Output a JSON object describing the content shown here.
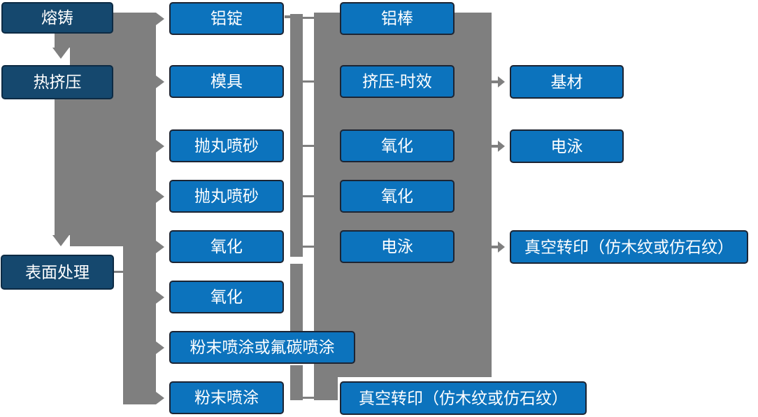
{
  "colors": {
    "dark_box_fill": "#15486e",
    "dark_box_border": "#0d2b44",
    "blue_box_fill": "#0c73bd",
    "blue_box_border": "#1c2433",
    "connector_gray": "#7f7f7f",
    "text": "#ffffff",
    "background": "#ffffff"
  },
  "flow": {
    "stages": [
      "熔铸",
      "热挤压",
      "表面处理"
    ],
    "process1": [
      "铝锭",
      "模具",
      "抛丸喷砂",
      "抛丸喷砂",
      "氧化",
      "氧化",
      "粉末喷涂或氟碳喷涂",
      "粉末喷涂"
    ],
    "process2": [
      "铝棒",
      "挤压-时效",
      "氧化",
      "氧化",
      "电泳",
      "真空转印（仿木纹或仿石纹）"
    ],
    "outputs": [
      "基材",
      "电泳",
      "真空转印（仿木纹或仿石纹）"
    ]
  }
}
